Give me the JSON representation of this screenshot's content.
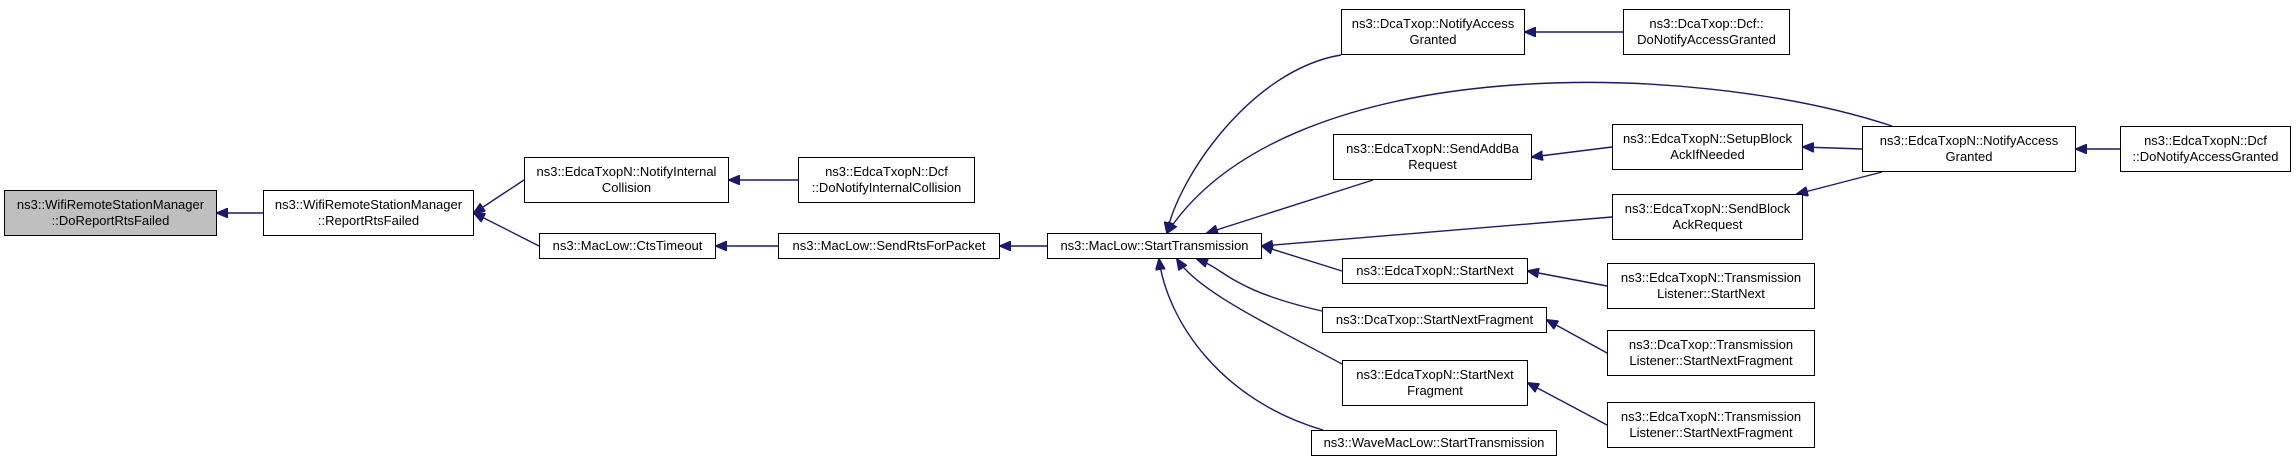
{
  "colors": {
    "edge": "#191970",
    "node_border": "#000000",
    "focus_fill": "#bfbfbf"
  },
  "nodes": {
    "root": {
      "lines": [
        "ns3::WifiRemoteStationManager",
        "::DoReportRtsFailed"
      ]
    },
    "rrf": {
      "lines": [
        "ns3::WifiRemoteStationManager",
        "::ReportRtsFailed"
      ]
    },
    "nic": {
      "lines": [
        "ns3::EdcaTxopN::NotifyInternal",
        "Collision"
      ]
    },
    "dnic": {
      "lines": [
        "ns3::EdcaTxopN::Dcf",
        "::DoNotifyInternalCollision"
      ]
    },
    "cts": {
      "lines": [
        "ns3::MacLow::CtsTimeout"
      ]
    },
    "srts": {
      "lines": [
        "ns3::MacLow::SendRtsForPacket"
      ]
    },
    "st": {
      "lines": [
        "ns3::MacLow::StartTransmission"
      ]
    },
    "dtnag": {
      "lines": [
        "ns3::DcaTxop::NotifyAccess",
        "Granted"
      ]
    },
    "dtdnag": {
      "lines": [
        "ns3::DcaTxop::Dcf::",
        "DoNotifyAccessGranted"
      ]
    },
    "sab": {
      "lines": [
        "ns3::EdcaTxopN::SendAddBa",
        "Request"
      ]
    },
    "sbai": {
      "lines": [
        "ns3::EdcaTxopN::SetupBlock",
        "AckIfNeeded"
      ]
    },
    "enag": {
      "lines": [
        "ns3::EdcaTxopN::NotifyAccess",
        "Granted"
      ]
    },
    "ednag": {
      "lines": [
        "ns3::EdcaTxopN::Dcf",
        "::DoNotifyAccessGranted"
      ]
    },
    "sbar": {
      "lines": [
        "ns3::EdcaTxopN::SendBlock",
        "AckRequest"
      ]
    },
    "sn": {
      "lines": [
        "ns3::EdcaTxopN::StartNext"
      ]
    },
    "tlsn": {
      "lines": [
        "ns3::EdcaTxopN::Transmission",
        "Listener::StartNext"
      ]
    },
    "dsnf": {
      "lines": [
        "ns3::DcaTxop::StartNextFragment"
      ]
    },
    "dtlsnf": {
      "lines": [
        "ns3::DcaTxop::Transmission",
        "Listener::StartNextFragment"
      ]
    },
    "esnf": {
      "lines": [
        "ns3::EdcaTxopN::StartNext",
        "Fragment"
      ]
    },
    "etlsnf": {
      "lines": [
        "ns3::EdcaTxopN::Transmission",
        "Listener::StartNextFragment"
      ]
    },
    "wst": {
      "lines": [
        "ns3::WaveMacLow::StartTransmission"
      ]
    }
  }
}
